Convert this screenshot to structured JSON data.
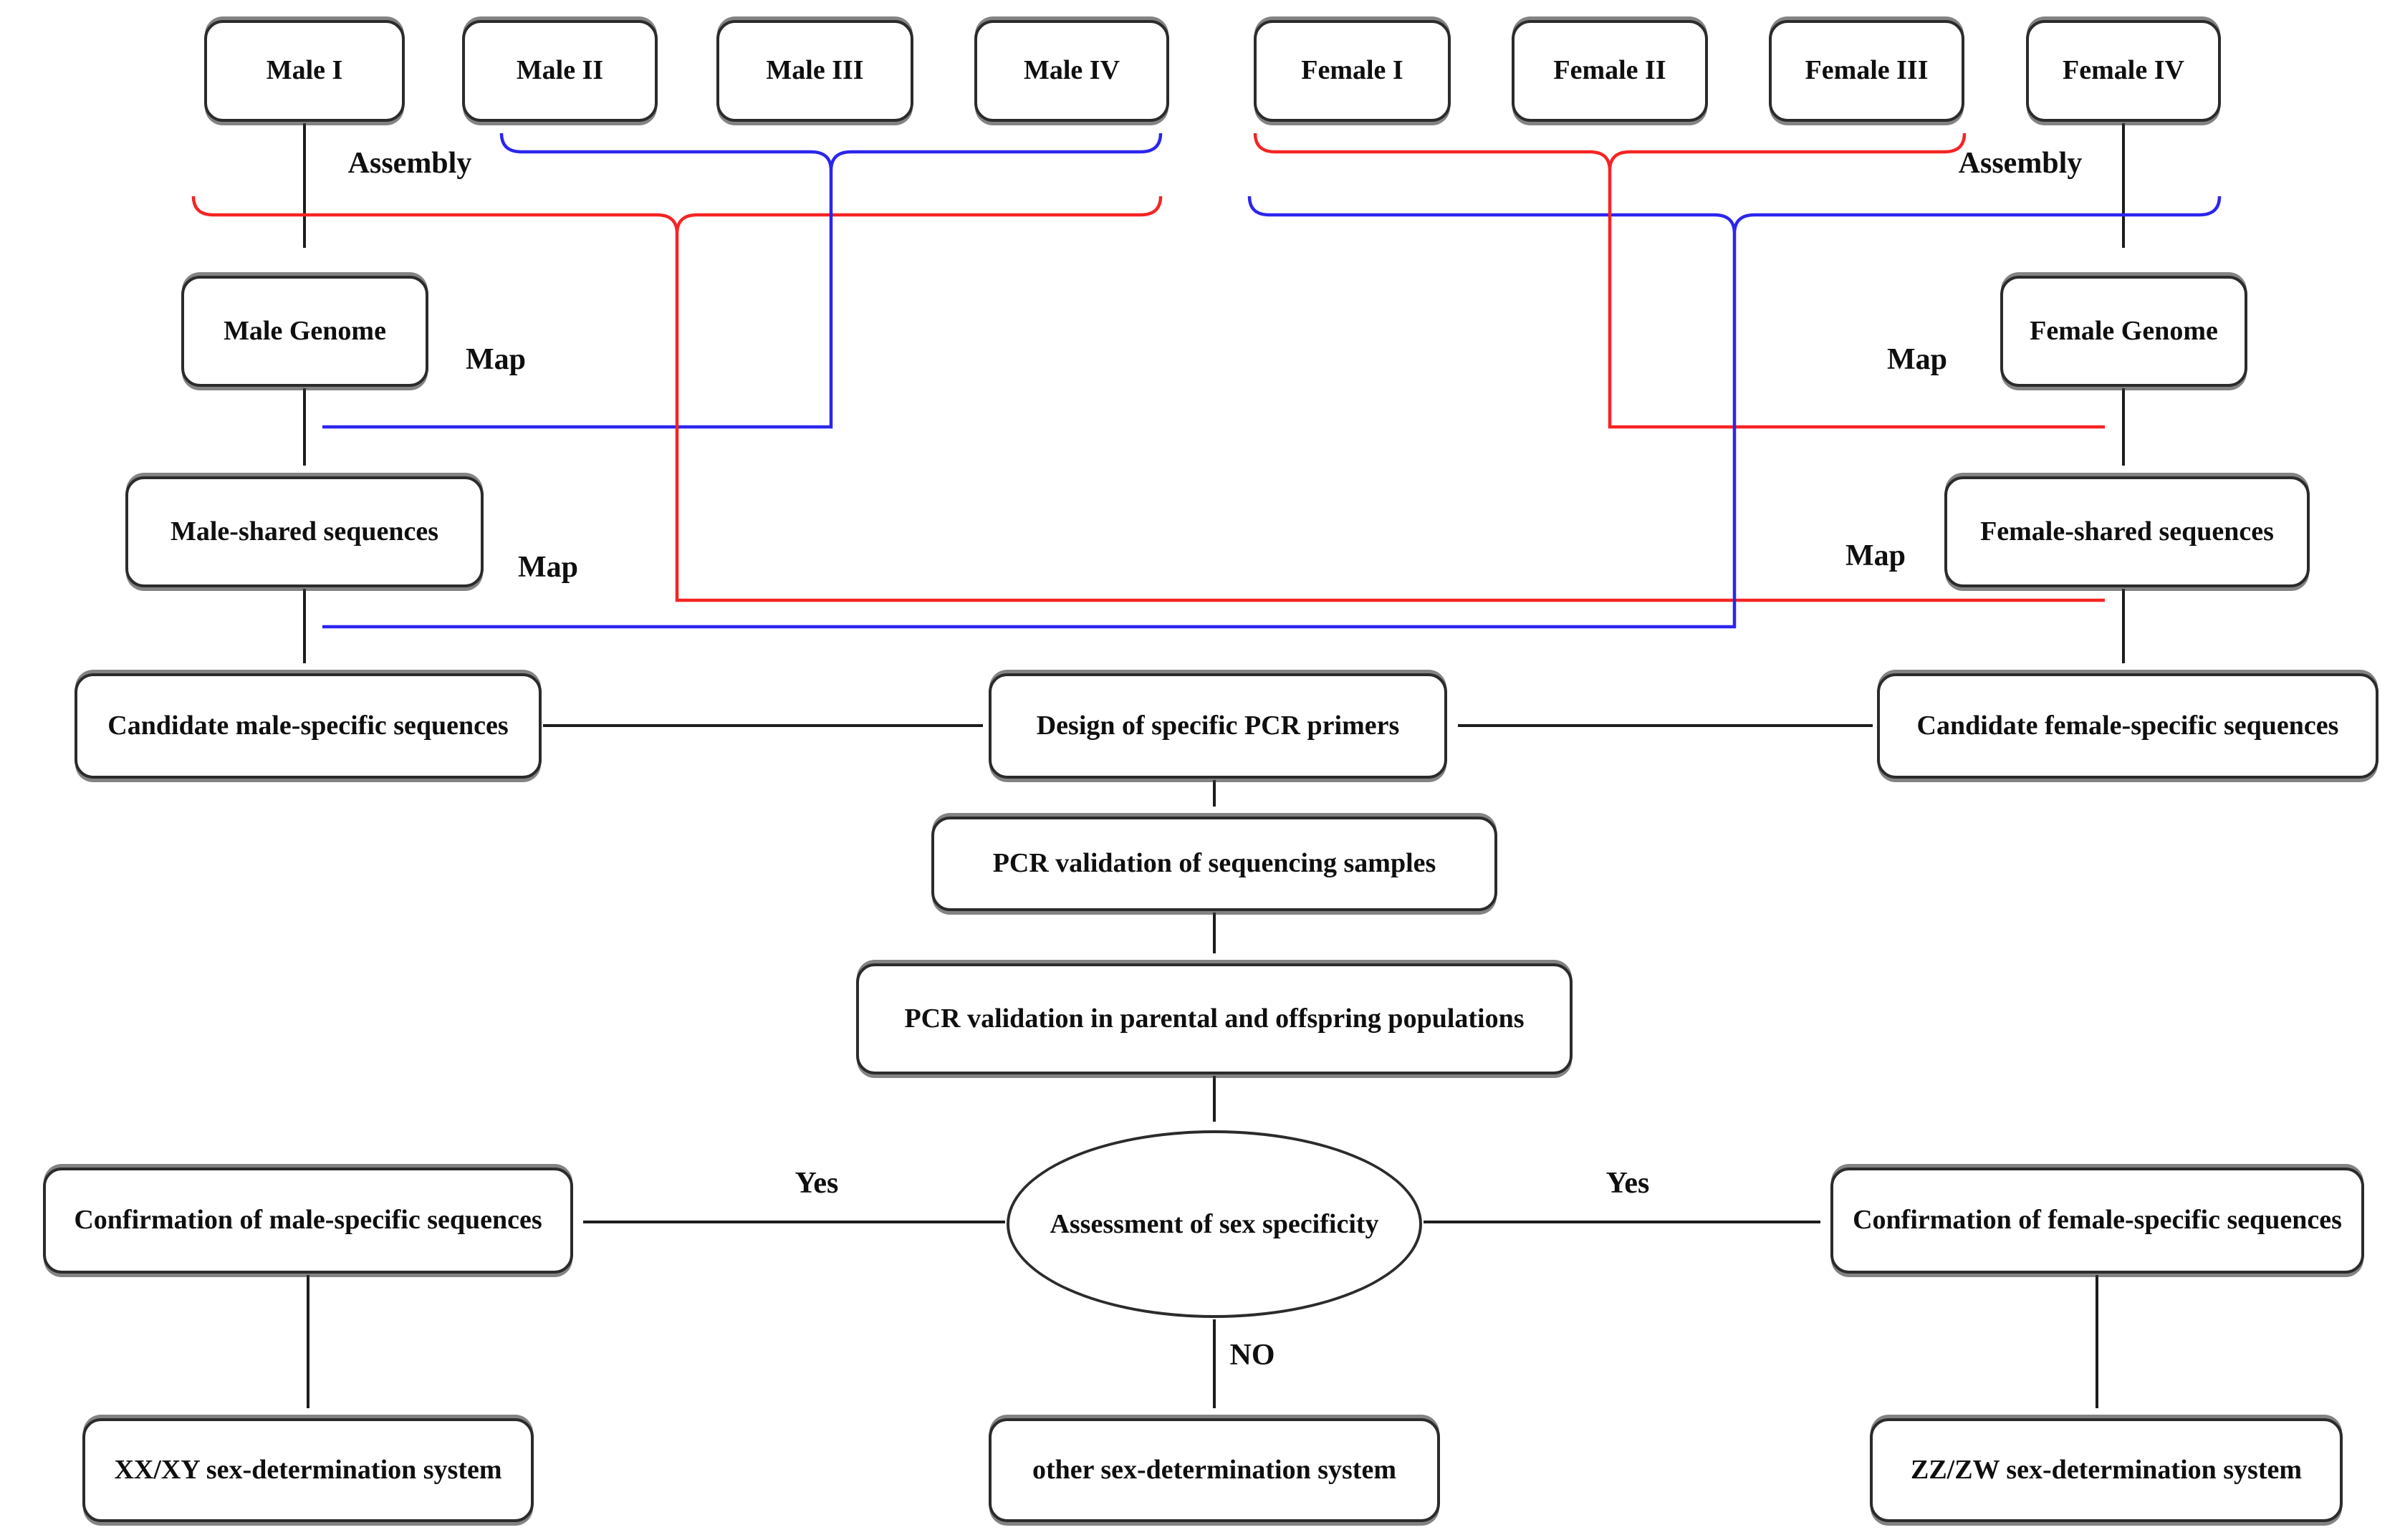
{
  "flowchart": {
    "colors": {
      "black": "#1d1d1d",
      "red": "#f62424",
      "blue": "#2b25ee",
      "box_border": "#2b2b2b",
      "box_fill": "#ffffff",
      "text": "#0f0f0f"
    },
    "top_row": {
      "male_samples": [
        "Male I",
        "Male II",
        "Male III",
        "Male IV"
      ],
      "female_samples": [
        "Female I",
        "Female II",
        "Female III",
        "Female IV"
      ]
    },
    "nodes": {
      "male_genome": "Male Genome",
      "female_genome": "Female Genome",
      "male_shared": "Male-shared sequences",
      "female_shared": "Female-shared sequences",
      "candidate_male": "Candidate male-specific sequences",
      "design": "Design of specific PCR primers",
      "candidate_female": "Candidate female-specific sequences",
      "pcr_samples": "PCR validation of sequencing samples",
      "pcr_populations": "PCR validation in parental and offspring populations",
      "assessment": "Assessment of sex specificity",
      "confirm_male": "Confirmation of male-specific sequences",
      "confirm_female": "Confirmation of female-specific sequences",
      "xxxy_system": "XX/XY sex-determination system",
      "other_system": "other sex-determination system",
      "zzzw_system": "ZZ/ZW sex-determination system"
    },
    "edge_labels": {
      "assembly_left": "Assembly",
      "assembly_right": "Assembly",
      "map_male_genome": "Map",
      "map_male_shared": "Map",
      "map_female_genome": "Map",
      "map_female_shared": "Map",
      "yes_left": "Yes",
      "yes_right": "Yes",
      "no": "NO"
    },
    "edges": [
      {
        "from": "Male I",
        "to": "Male Genome",
        "color": "black",
        "label": "Assembly"
      },
      {
        "from": "Male II + Male III + Male IV (blue brace)",
        "to": "Male Genome mapping step",
        "color": "blue"
      },
      {
        "from": "Male I-IV (red brace)",
        "to": "Female-shared sequences mapping step",
        "color": "red",
        "label": "Map"
      },
      {
        "from": "Male Genome",
        "to": "Male-shared sequences",
        "color": "black",
        "label": "Map"
      },
      {
        "from": "Male-shared sequences",
        "to": "Candidate male-specific sequences",
        "color": "black",
        "label": "Map"
      },
      {
        "from": "Female IV",
        "to": "Female Genome",
        "color": "black",
        "label": "Assembly"
      },
      {
        "from": "Female I + Female II + Female III (red brace)",
        "to": "Female Genome mapping step",
        "color": "red"
      },
      {
        "from": "Female I-IV (blue brace)",
        "to": "Male-shared sequences mapping step",
        "color": "blue",
        "label": "Map"
      },
      {
        "from": "Female Genome",
        "to": "Female-shared sequences",
        "color": "black",
        "label": "Map"
      },
      {
        "from": "Female-shared sequences",
        "to": "Candidate female-specific sequences",
        "color": "black",
        "label": "Map"
      },
      {
        "from": "Candidate male-specific sequences",
        "to": "Design of specific PCR primers",
        "color": "black"
      },
      {
        "from": "Candidate female-specific sequences",
        "to": "Design of specific PCR primers",
        "color": "black"
      },
      {
        "from": "Design of specific PCR primers",
        "to": "PCR validation of sequencing samples",
        "color": "black"
      },
      {
        "from": "PCR validation of sequencing samples",
        "to": "PCR validation in parental and offspring populations",
        "color": "black"
      },
      {
        "from": "PCR validation in parental and offspring populations",
        "to": "Assessment of sex specificity",
        "color": "black"
      },
      {
        "from": "Assessment of sex specificity",
        "to": "Confirmation of male-specific sequences",
        "color": "black",
        "label": "Yes"
      },
      {
        "from": "Assessment of sex specificity",
        "to": "Confirmation of female-specific sequences",
        "color": "black",
        "label": "Yes"
      },
      {
        "from": "Assessment of sex specificity",
        "to": "other sex-determination system",
        "color": "black",
        "label": "NO"
      },
      {
        "from": "Confirmation of male-specific sequences",
        "to": "XX/XY sex-determination system",
        "color": "black"
      },
      {
        "from": "Confirmation of female-specific sequences",
        "to": "ZZ/ZW sex-determination system",
        "color": "black"
      }
    ]
  }
}
